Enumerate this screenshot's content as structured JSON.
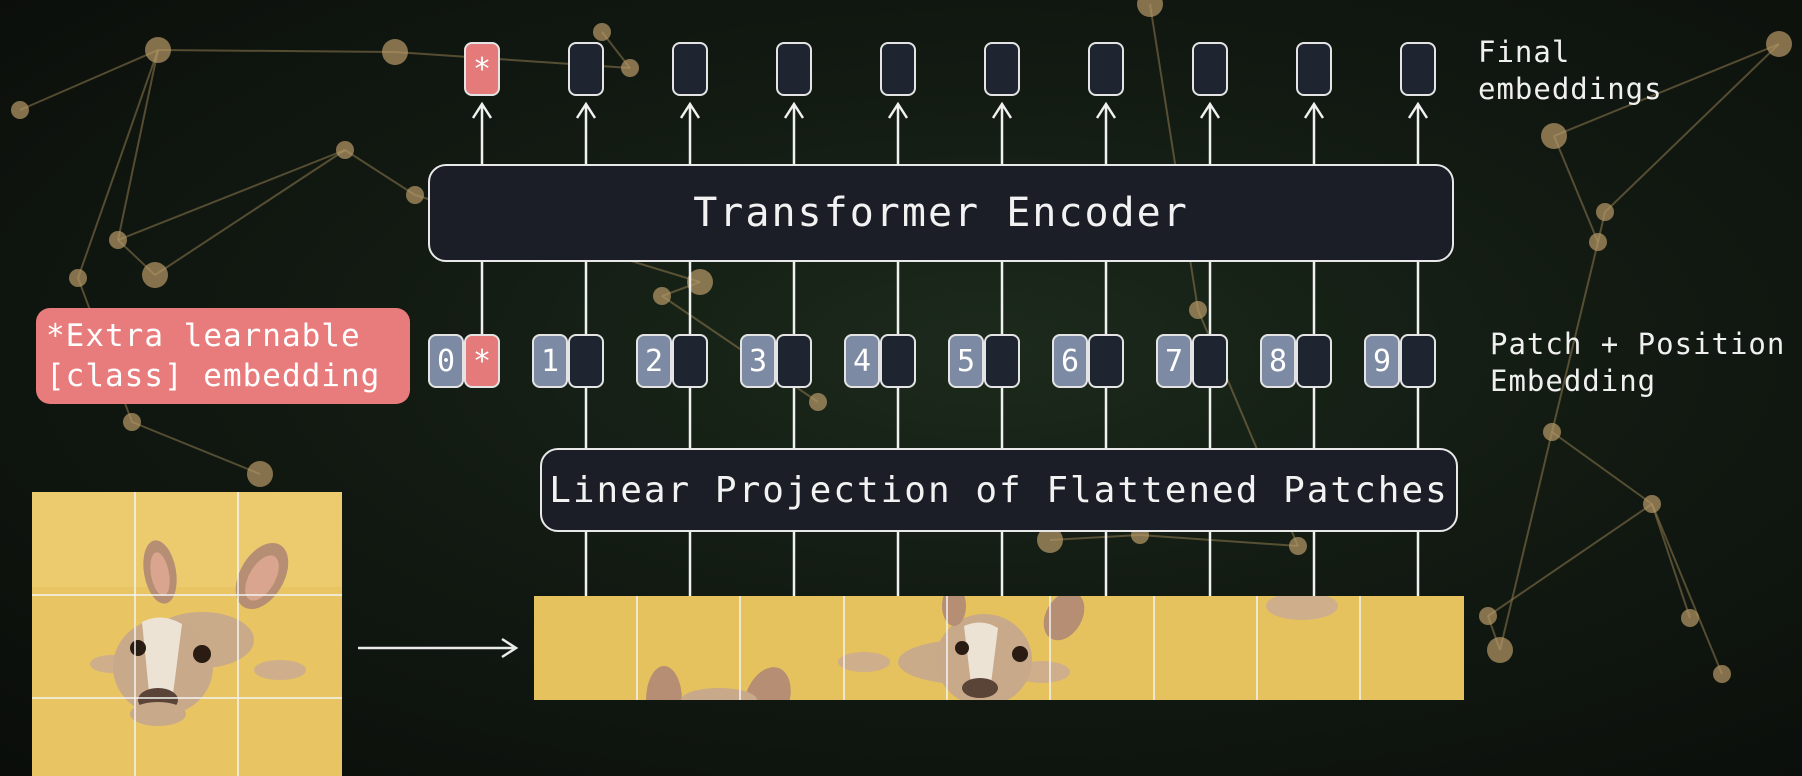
{
  "labels": {
    "final": "Final embeddings",
    "final_line1": "Final",
    "final_line2": "embeddings",
    "patch_pos_line1": "Patch + Position",
    "patch_pos_line2": "Embedding",
    "extra_line1": "Extra learnable",
    "extra_line2": "[class] embedding",
    "extra_star": "*",
    "transformer": "Transformer Encoder",
    "linear": "Linear Projection of Flattened Patches",
    "cls_token": "*"
  },
  "positions": [
    "0",
    "1",
    "2",
    "3",
    "4",
    "5",
    "6",
    "7",
    "8",
    "9"
  ],
  "colors": {
    "cls": "#e47a7a",
    "position": "#7c8aa3",
    "embedding": "#1e2430",
    "box": "#1b1e26",
    "image_bg": "#e7c35d"
  }
}
